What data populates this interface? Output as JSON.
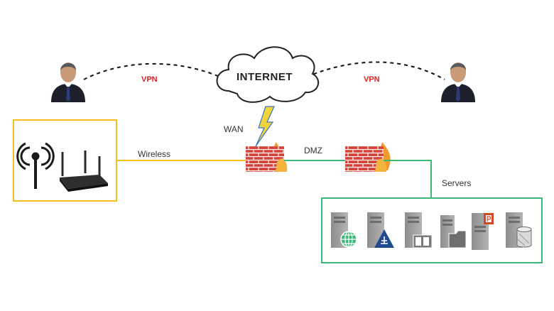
{
  "labels": {
    "internet": "INTERNET",
    "vpn_left": "VPN",
    "vpn_right": "VPN",
    "wan": "WAN",
    "dmz": "DMZ",
    "wireless": "Wireless",
    "servers": "Servers"
  },
  "colors": {
    "wireless_link": "#f5bd1f",
    "dmz_link": "#3cb878",
    "vpn_text": "#e02020",
    "firewall_brick": "#d6453a",
    "lightning": "#f1d33a"
  },
  "icons": {
    "users": [
      "user-icon",
      "user-icon"
    ],
    "cloud": "cloud-icon",
    "firewalls": [
      "firewall-icon",
      "firewall-icon"
    ],
    "wireless": [
      "antenna-icon",
      "router-icon"
    ],
    "servers": [
      "web-server-icon",
      "network-server-icon",
      "directory-server-icon",
      "file-server-icon",
      "presentation-server-icon",
      "database-server-icon"
    ]
  }
}
